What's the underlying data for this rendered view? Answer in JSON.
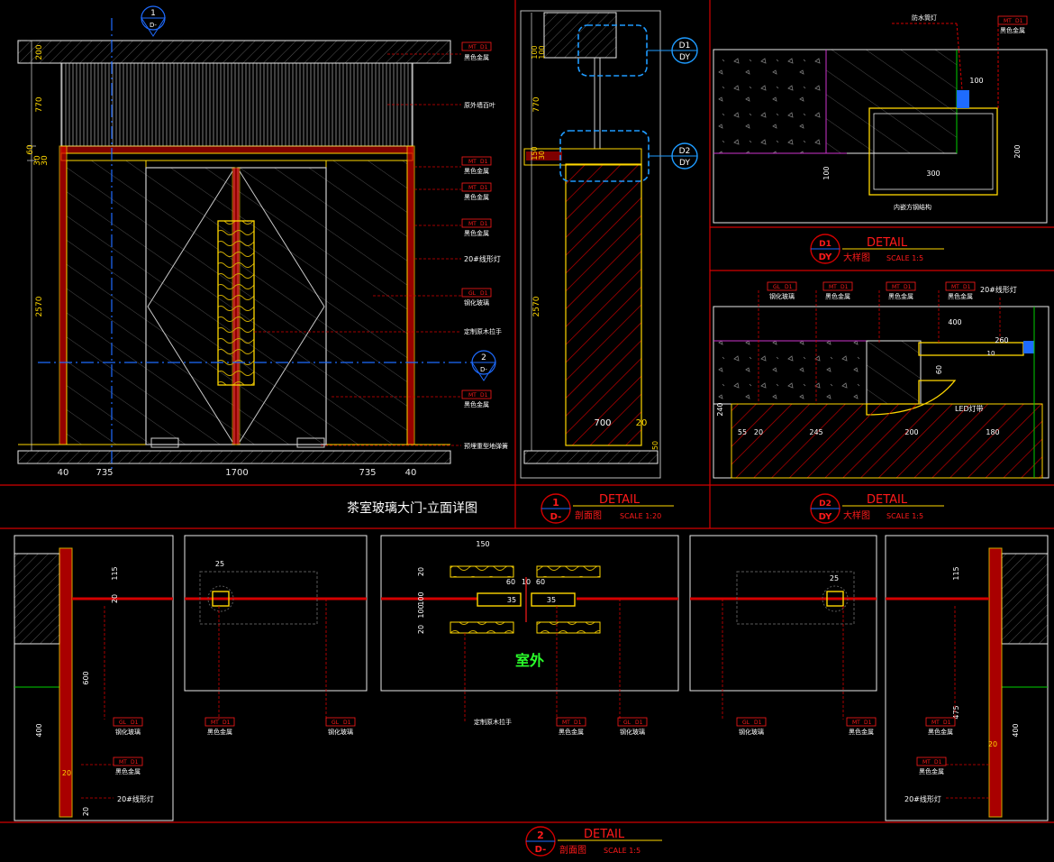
{
  "colors": {
    "frame": "#d40000",
    "wall": "#e8e8e8",
    "metal": "#ffd700",
    "glass": "#b0b0b0",
    "dim": "#d8d8d8",
    "tag": "#ff1a1a",
    "axis": "#1e6bff",
    "green": "#00d000",
    "magenta": "#cc33cc",
    "label_text": "#ffffff",
    "outdoor": "#2bff2b"
  },
  "labels": {
    "black_metal": "黑色金属",
    "tag_mt": "MT",
    "tag_gl": "GL",
    "tag_d1": "D1",
    "tempered_glass": "钢化玻璃",
    "louver": "原外墙百叶",
    "led_strip": "20#线形灯",
    "wood_handle": "定制原木拉手",
    "floor_spring": "预埋重型地弹簧",
    "waterproof_light": "防水筒灯",
    "steel_tube": "内嵌方钢结构",
    "led_light": "LED灯带",
    "outdoor": "室外"
  },
  "markers": {
    "sec1_num": "1",
    "sec1_sheet": "D-",
    "sec2_num": "2",
    "sec2_sheet": "D-",
    "call_d1": "D1",
    "call_d2": "D2",
    "call_dy": "DY"
  },
  "elevation": {
    "title": "茶室玻璃大门-立面详图",
    "dims_v": [
      "200",
      "770",
      "60",
      "30",
      "30",
      "2570"
    ],
    "dims_h": [
      "40",
      "735",
      "1700",
      "735",
      "40"
    ]
  },
  "section1": {
    "dims_v": [
      "100",
      "100",
      "770",
      "150",
      "30",
      "2570"
    ],
    "dims_h": [
      "700",
      "20",
      "50"
    ],
    "title": "DETAIL",
    "kind": "剖面图",
    "scale": "SCALE  1:20",
    "num": "1",
    "sheet": "D-"
  },
  "detail1": {
    "dims": [
      "100",
      "200",
      "300",
      "100"
    ],
    "title": "DETAIL",
    "kind": "大样图",
    "scale": "SCALE  1:5",
    "num": "D1",
    "sheet": "DY"
  },
  "detail2": {
    "dims": [
      "400",
      "260",
      "10",
      "60",
      "55",
      "20",
      "245",
      "200",
      "180",
      "240"
    ],
    "title": "DETAIL",
    "kind": "大样图",
    "scale": "SCALE  1:5",
    "num": "D2",
    "sheet": "DY"
  },
  "plan": {
    "dims_top": [
      "150",
      "25",
      "20",
      "100",
      "60",
      "10",
      "60",
      "35",
      "35",
      "20",
      "100",
      "25"
    ],
    "dims_side": [
      "115",
      "20",
      "600",
      "400",
      "20",
      "20",
      "115",
      "475",
      "400",
      "20"
    ],
    "title": "DETAIL",
    "kind": "剖面图",
    "scale": "SCALE  1:5",
    "num": "2",
    "sheet": "D-"
  }
}
